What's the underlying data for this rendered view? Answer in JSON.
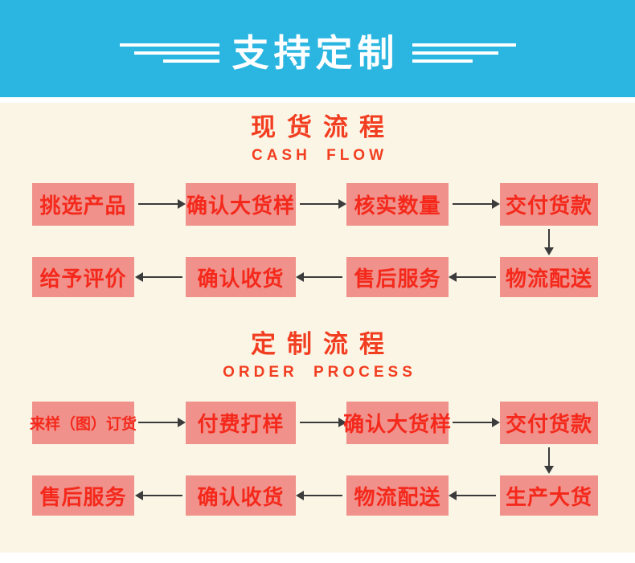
{
  "banner": {
    "title": "支持定制"
  },
  "sections": [
    {
      "title": "现货流程",
      "subtitle": "CASH FLOW",
      "row1": [
        "挑选产品",
        "确认大货样",
        "核实数量",
        "交付货款"
      ],
      "row2": [
        "给予评价",
        "确认收货",
        "售后服务",
        "物流配送"
      ]
    },
    {
      "title": "定制流程",
      "subtitle": "ORDER PROCESS",
      "row1": [
        "来样（图）订货",
        "付费打样",
        "确认大货样",
        "交付货款"
      ],
      "row2": [
        "售后服务",
        "确认收货",
        "物流配送",
        "生产大货"
      ]
    }
  ],
  "colors": {
    "banner_blue": "#2ab6e1",
    "panel_cream": "#fbf5e6",
    "box_fill": "#f0918b",
    "box_text_red": "#f4291c",
    "title_red": "#f23e20",
    "arrow_dark": "#3b3b3b"
  }
}
